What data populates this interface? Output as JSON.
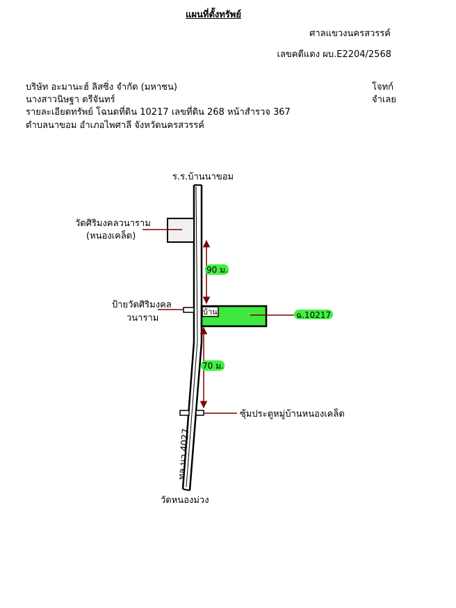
{
  "header": {
    "title": "แผนที่ตั้งทรัพย์",
    "court": "ศาลแขวงนครสวรรค์",
    "case_number": "เลขคดีแดง ผบ.E2204/2568"
  },
  "parties": {
    "plaintiff_name": "บริษัท อะมานะฮ์ ลิสซิ่ง จำกัด (มหาชน)",
    "plaintiff_role": "โจทก์",
    "defendant_name": "นางสาวนิษฐา ตรีจันทร์",
    "defendant_role": "จำเลย"
  },
  "property": {
    "details": "รายละเอียดทรัพย์ โฉนดที่ดิน 10217 เลขที่ดิน 268 หน้าสำรวจ 367",
    "location": "ตำบลนาขอม อำเภอไพศาลี จังหวัดนครสวรรค์"
  },
  "map": {
    "north_end": "ร.ร.บ้านนาขอม",
    "south_end": "วัดหนองม่วง",
    "road_name": "ทล.นว.4027",
    "temple_line1": "วัดศิริมงคลวนาราม",
    "temple_line2": "(หนองเคล็ด)",
    "sign_line1": "ป้ายวัดศิริมงคล",
    "sign_line2": "วนาราม",
    "house_label": "บ้าน",
    "parcel_label": "ฉ.10217",
    "distance_north": "90 ม.",
    "distance_south": "70 ม.",
    "village_gate": "ซุ้มประตูหมู่บ้านหนองเคล็ด",
    "colors": {
      "parcel": "#3ee83e",
      "highlight": "#44ee44",
      "arrow": "#7a0000",
      "temple_box": "#f0f0f0"
    }
  }
}
